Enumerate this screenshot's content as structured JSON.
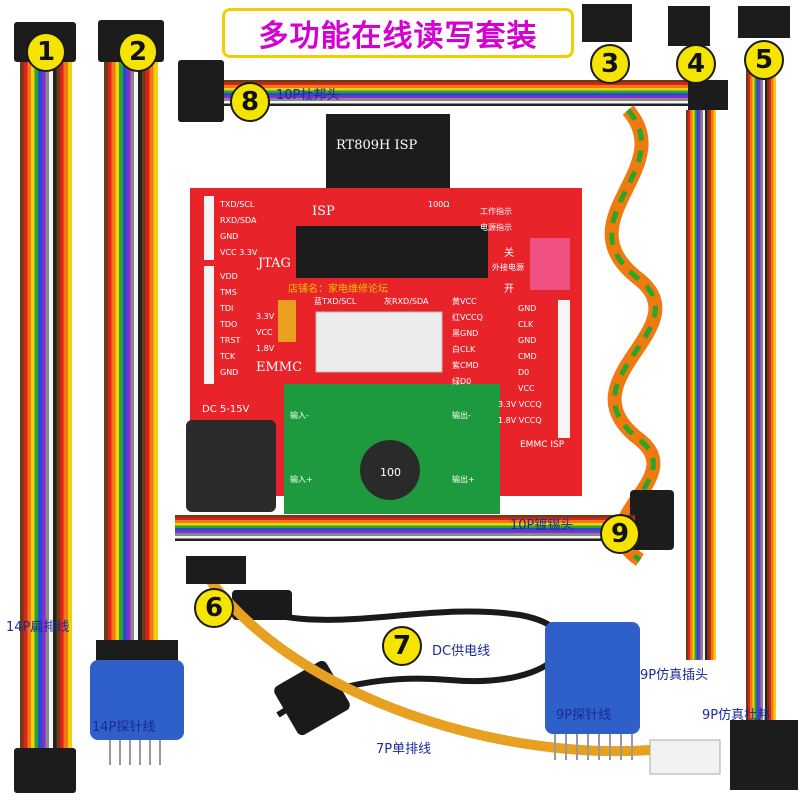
{
  "title": "多功能在线读写套装",
  "badges": {
    "b1": "1",
    "b2": "2",
    "b3": "3",
    "b4": "4",
    "b5": "5",
    "b6": "6",
    "b7": "7",
    "b8": "8",
    "b9": "9"
  },
  "labels": {
    "flat14": "14P扁排线",
    "probe14": "14P探针线",
    "dupont10": "10P杜邦头",
    "tinned10": "10P镀锡头",
    "dc_cable": "DC供电线",
    "single7": "7P单排线",
    "probe9": "9P探针线",
    "sim_plug9": "9P仿真插头",
    "sim_dupont9": "9P仿真杜邦"
  },
  "pcb": {
    "header_label": "RT809H ISP",
    "isp": "ISP",
    "jtag": "JTAG",
    "emmc": "EMMC",
    "emmc_isp": "EMMC ISP",
    "dc": "DC 5-15V",
    "watermark": "店铺名：家电维修论坛",
    "top_pins": [
      "TXD/SCL",
      "RXD/SDA",
      "GND",
      "VCC 3.3V"
    ],
    "left_pins": [
      "VDD",
      "TMS",
      "TDI",
      "TDO",
      "TRST",
      "TCK",
      "GND"
    ],
    "right_pins": [
      "GND",
      "CLK",
      "GND",
      "CMD",
      "D0",
      "VCC",
      "3.3V VCCQ",
      "1.8V VCCQ"
    ],
    "mid_labels": [
      "蓝TXD/SCL",
      "灰RXD/SDA",
      "黄VCC",
      "红VCCQ",
      "黑GND",
      "白CLK",
      "紫CMD",
      "绿D0"
    ],
    "volt": [
      "3.3V",
      "VCC",
      "1.8V"
    ],
    "indicators": [
      "工作指示",
      "电源指示"
    ],
    "r100": "100Ω",
    "switch": [
      "关",
      "外接电源",
      "开"
    ],
    "module": [
      "输入-",
      "输出-",
      "输入+",
      "输出+"
    ],
    "inductor": "100"
  },
  "colors": {
    "pcb": "#e8232a",
    "title": "#d400d4",
    "badge": "#f5e400",
    "label": "#1a2a9a",
    "probe": "#2f5fc8"
  }
}
